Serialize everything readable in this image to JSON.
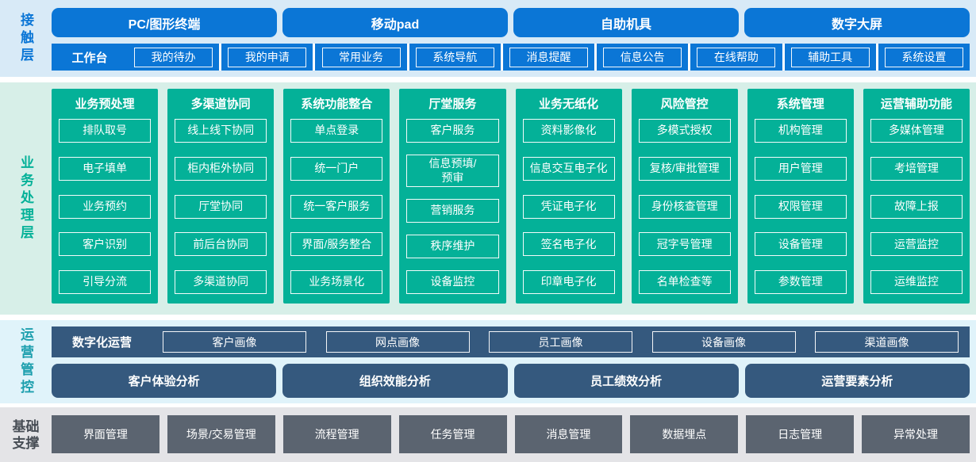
{
  "contact": {
    "label": "接触层",
    "terminals": [
      "PC/图形终端",
      "移动pad",
      "自助机具",
      "数字大屏"
    ],
    "workbench": {
      "label": "工作台",
      "items": [
        "我的待办",
        "我的申请",
        "常用业务",
        "系统导航",
        "消息提醒",
        "信息公告",
        "在线帮助",
        "辅助工具",
        "系统设置"
      ]
    }
  },
  "business": {
    "label": "业务处理层",
    "columns": [
      {
        "title": "业务预处理",
        "items": [
          "排队取号",
          "电子填单",
          "业务预约",
          "客户识别",
          "引导分流"
        ]
      },
      {
        "title": "多渠道协同",
        "items": [
          "线上线下协同",
          "柜内柜外协同",
          "厅堂协同",
          "前后台协同",
          "多渠道协同"
        ]
      },
      {
        "title": "系统功能整合",
        "items": [
          "单点登录",
          "统一门户",
          "统一客户服务",
          "界面/服务整合",
          "业务场景化"
        ]
      },
      {
        "title": "厅堂服务",
        "items": [
          "客户服务",
          "信息预填/\n预审",
          "营销服务",
          "秩序维护",
          "设备监控"
        ]
      },
      {
        "title": "业务无纸化",
        "items": [
          "资料影像化",
          "信息交互电子化",
          "凭证电子化",
          "签名电子化",
          "印章电子化"
        ]
      },
      {
        "title": "风险管控",
        "items": [
          "多模式授权",
          "复核/审批管理",
          "身份核查管理",
          "冠字号管理",
          "名单检查等"
        ]
      },
      {
        "title": "系统管理",
        "items": [
          "机构管理",
          "用户管理",
          "权限管理",
          "设备管理",
          "参数管理"
        ]
      },
      {
        "title": "运营辅助功能",
        "items": [
          "多媒体管理",
          "考培管理",
          "故障上报",
          "运营监控",
          "运维监控"
        ]
      }
    ]
  },
  "operations": {
    "label": "运营管控",
    "digital": {
      "label": "数字化运营",
      "items": [
        "客户画像",
        "网点画像",
        "员工画像",
        "设备画像",
        "渠道画像"
      ]
    },
    "analysis": [
      "客户体验分析",
      "组织效能分析",
      "员工绩效分析",
      "运营要素分析"
    ]
  },
  "foundation": {
    "label": "基础支撑",
    "items": [
      "界面管理",
      "场景/交易管理",
      "流程管理",
      "任务管理",
      "消息管理",
      "数据埋点",
      "日志管理",
      "异常处理"
    ]
  },
  "colors": {
    "blue": "#0b76d6",
    "lightBlueBg": "#d8eaf7",
    "green": "#04b198",
    "lightGreenBg": "#d7efe8",
    "slate": "#35597e",
    "lightCyanBg": "#e0f3fa",
    "gray": "#5b6470",
    "lightGrayBg": "#e4e4e7"
  }
}
